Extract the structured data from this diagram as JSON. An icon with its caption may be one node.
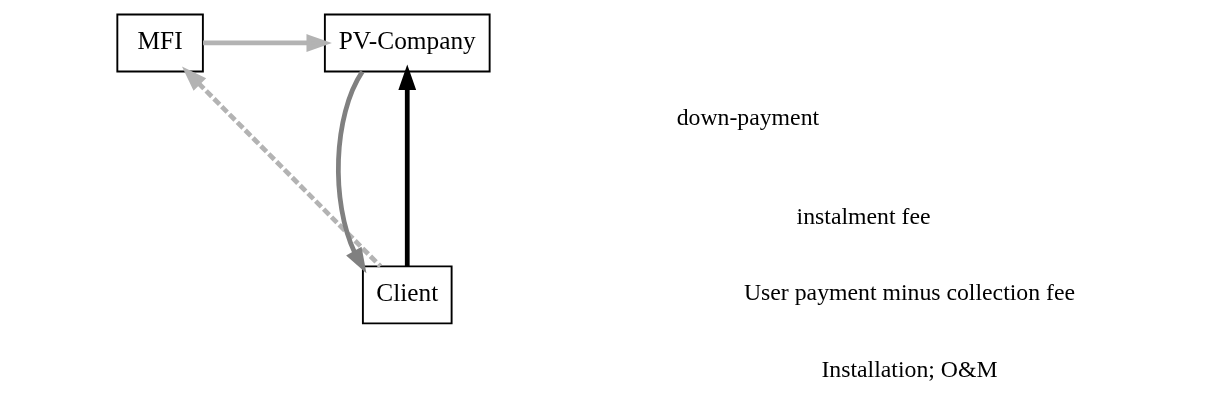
{
  "diagram": {
    "nodes": [
      {
        "text": [
          "MFI"
        ]
      },
      {
        "text": [
          "PV-Company"
        ]
      },
      {
        "text": [
          "Client"
        ]
      }
    ],
    "edges": [
      {
        "from": 0,
        "to": 1,
        "arrow": "to",
        "color": "#b3b3b3"
      },
      {
        "from": 2,
        "to": 1,
        "arrow": "to",
        "color": "#000000"
      },
      {
        "from": 1,
        "to": 2,
        "arrow": "to",
        "color": "#808080"
      },
      {
        "from": 2,
        "to": 0,
        "arrow": "to",
        "style": "dashed",
        "color": "#b3b3b3"
      }
    ],
    "legend": [
      {
        "text": "down-payment"
      },
      {
        "text": "instalment fee"
      },
      {
        "text": "User payment minus collection fee"
      },
      {
        "text": "Installation; O&M"
      }
    ]
  }
}
